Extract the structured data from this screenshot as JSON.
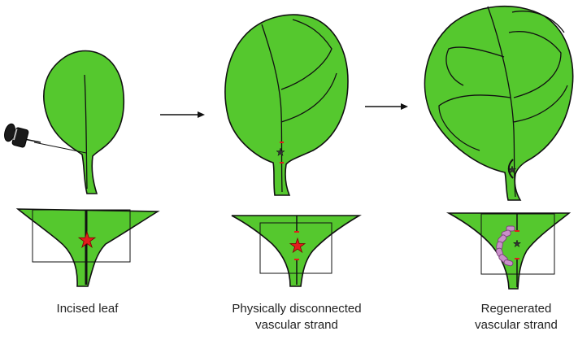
{
  "colors": {
    "leaf": "#55c82e",
    "outline": "#111111",
    "cut_star": "#e21d1d",
    "callus": "#c98fc9",
    "callus_outline": "#7a3f7a",
    "pin": "#1a1a1a"
  },
  "panels": [
    {
      "stage": "incised",
      "caption_lines": [
        "Incised leaf"
      ]
    },
    {
      "stage": "disconnected",
      "caption_lines": [
        "Physically disconnected",
        "vascular strand"
      ]
    },
    {
      "stage": "regenerated",
      "caption_lines": [
        "Regenerated",
        "vascular strand"
      ]
    }
  ],
  "icons": {
    "pin": "push-pin-icon",
    "arrow": "right-arrow-icon",
    "star": "star-icon"
  }
}
